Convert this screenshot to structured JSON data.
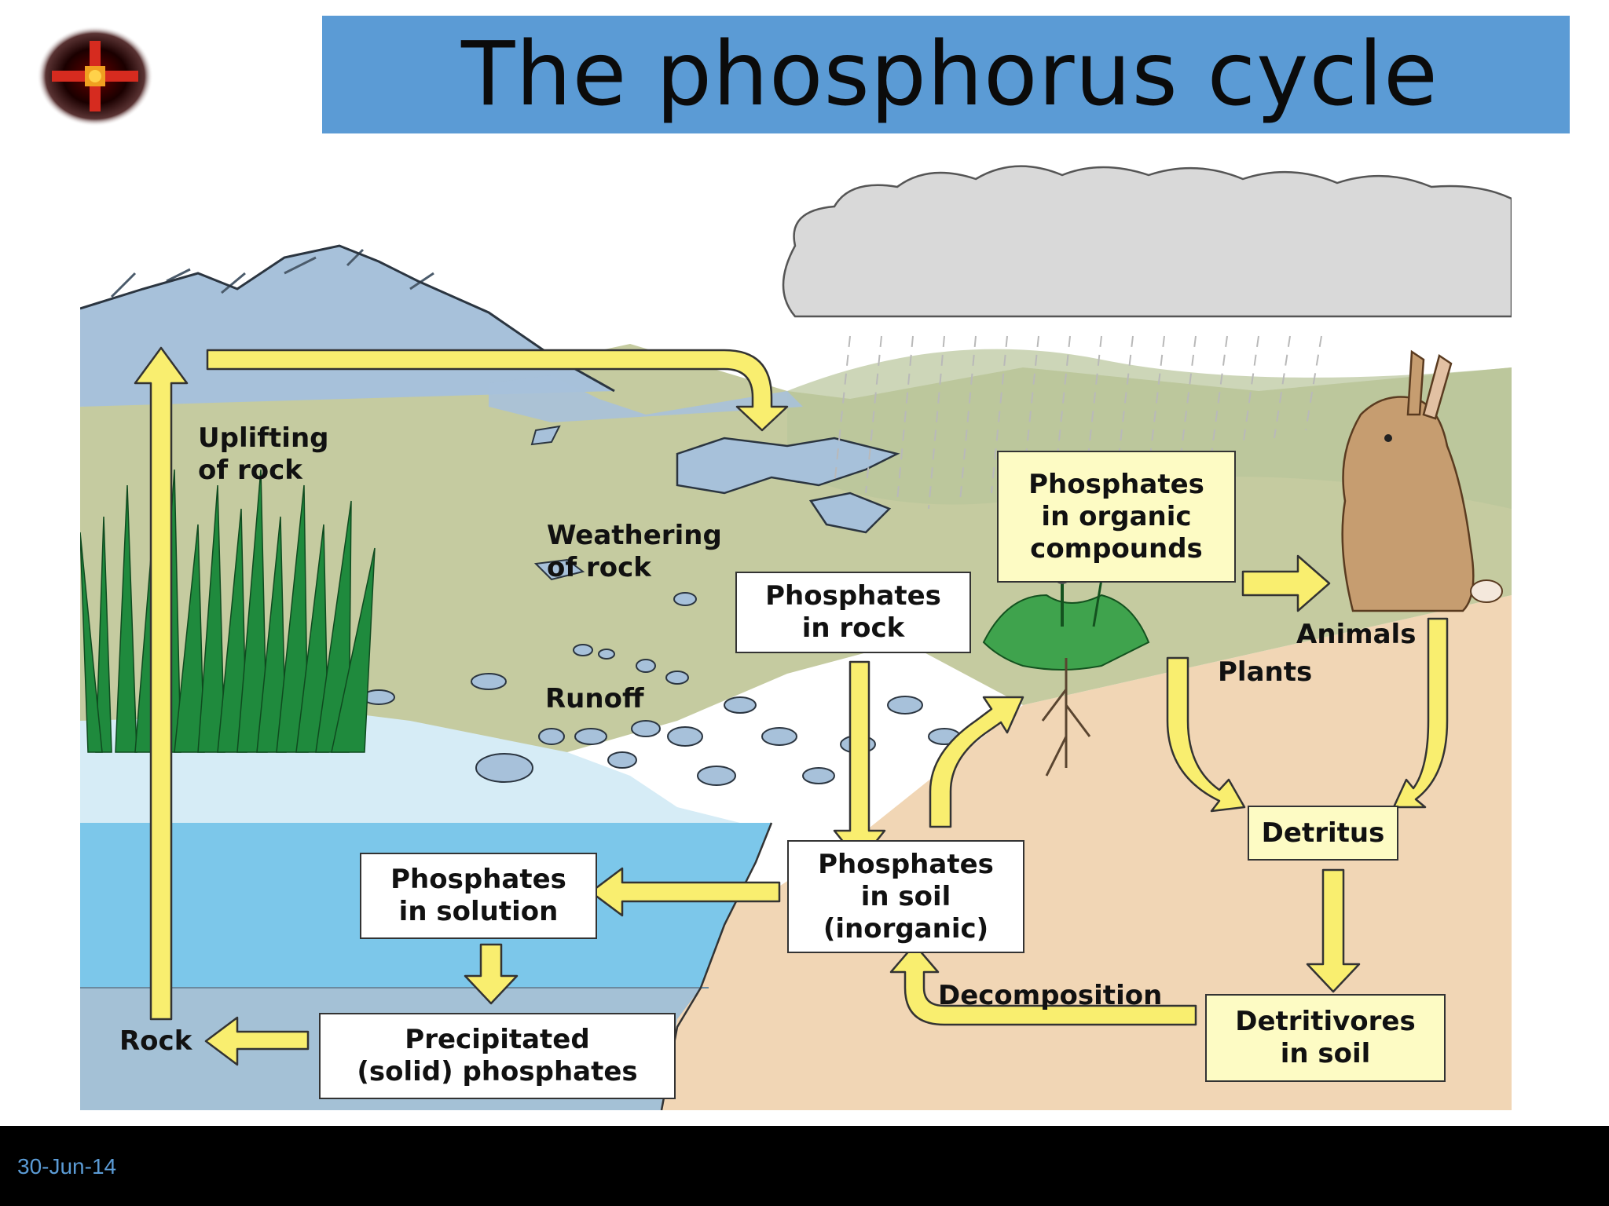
{
  "slide": {
    "title": "The phosphorus cycle",
    "date": "30-Jun-14",
    "title_bar_color": "#5b9bd5",
    "footer_color": "#000000"
  },
  "diagram": {
    "arrow_color": "#f9ee6f",
    "boxes": {
      "phosphates_in_rock": [
        "Phosphates",
        "in rock"
      ],
      "phosphates_organic": [
        "Phosphates",
        "in organic",
        "compounds"
      ],
      "phosphates_solution": [
        "Phosphates",
        "in solution"
      ],
      "phosphates_soil": [
        "Phosphates",
        "in soil",
        "(inorganic)"
      ],
      "precipitated": [
        "Precipitated",
        "(solid) phosphates"
      ],
      "detritus": [
        "Detritus"
      ],
      "detritivores": [
        "Detritivores",
        "in soil"
      ]
    },
    "labels": {
      "uplifting": [
        "Uplifting",
        "of rock"
      ],
      "weathering": [
        "Weathering",
        "of rock"
      ],
      "runoff": "Runoff",
      "animals": "Animals",
      "plants": "Plants",
      "decomposition": "Decomposition",
      "rock": "Rock"
    }
  }
}
